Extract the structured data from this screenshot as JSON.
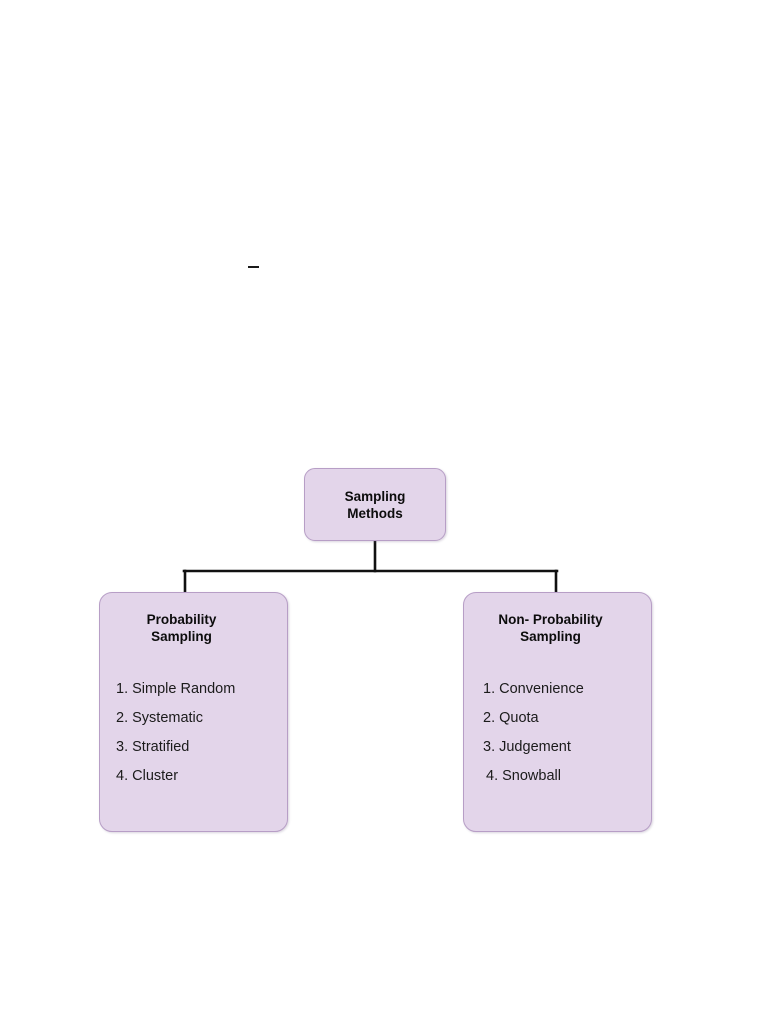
{
  "diagram": {
    "title": "Sampling Methods",
    "background_color": "#ffffff",
    "node_fill_color": "#e3d5ea",
    "node_border_color": "#b79ec6",
    "connector_color": "#111111",
    "text_color": "#0c0c0c"
  },
  "root": {
    "label": "Sampling\nMethods"
  },
  "branches": [
    {
      "title": "Probability\nSampling",
      "items": [
        "1. Simple Random",
        "2. Systematic",
        "3. Stratified",
        "4. Cluster"
      ]
    },
    {
      "title": "Non- Probability\nSampling",
      "items": [
        "1. Convenience",
        "2. Quota",
        "3. Judgement",
        "4. Snowball"
      ]
    }
  ],
  "artifacts": {
    "stray_dash": "-"
  }
}
